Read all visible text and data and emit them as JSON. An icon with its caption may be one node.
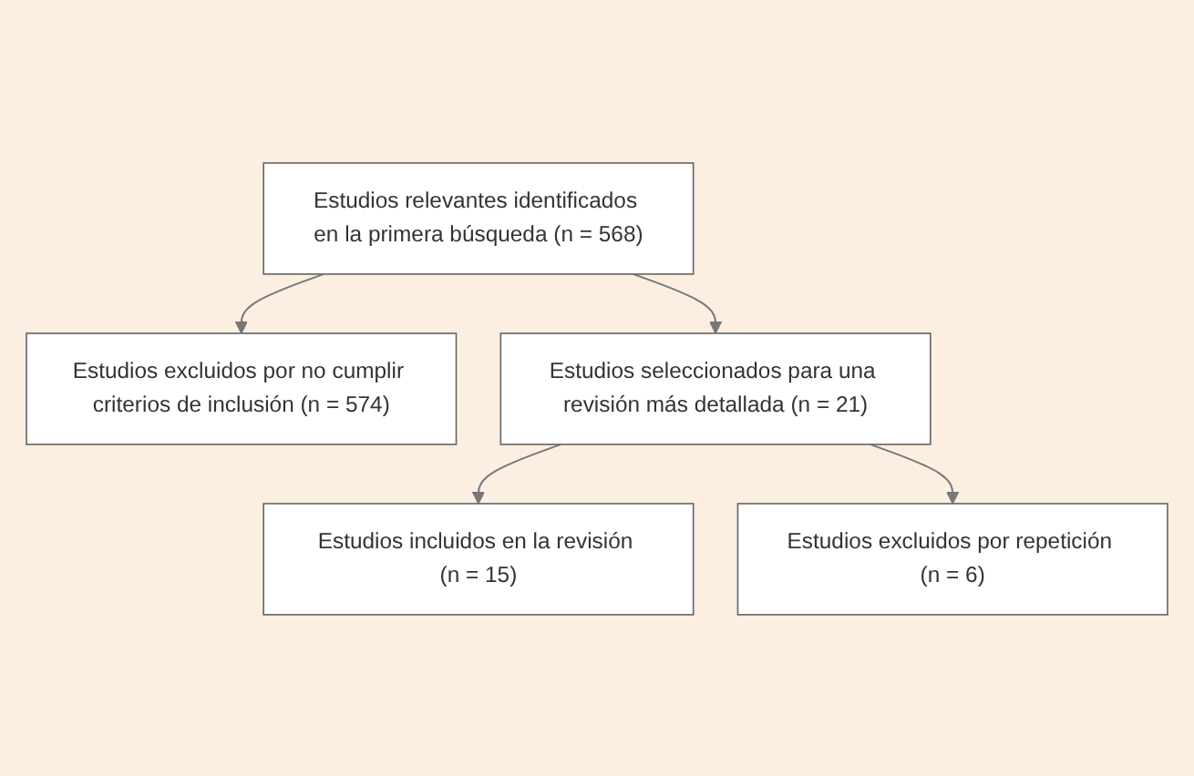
{
  "diagram": {
    "nodes": [
      {
        "text": [
          "Estudios relevantes identificados en la primera búsqueda (n = 568)"
        ]
      },
      {
        "text": [
          "Estudios excluidos por no cumplir criterios de inclusión (n = 574)"
        ]
      },
      {
        "text": [
          "Estudios seleccionados para una revisión más detallada (n = 21)"
        ]
      },
      {
        "text": [
          "Estudios excluidos por repetición (n = 6)"
        ]
      },
      {
        "text": [
          "Estudios incluidos en la revisión (n = 15)"
        ]
      }
    ],
    "edges": [
      {
        "from": 0,
        "to": 2,
        "arrow": "to"
      },
      {
        "from": 0,
        "to": 1,
        "arrow": "to"
      },
      {
        "from": 2,
        "to": 4,
        "arrow": "to"
      },
      {
        "from": 2,
        "to": 3,
        "arrow": "to"
      }
    ]
  }
}
